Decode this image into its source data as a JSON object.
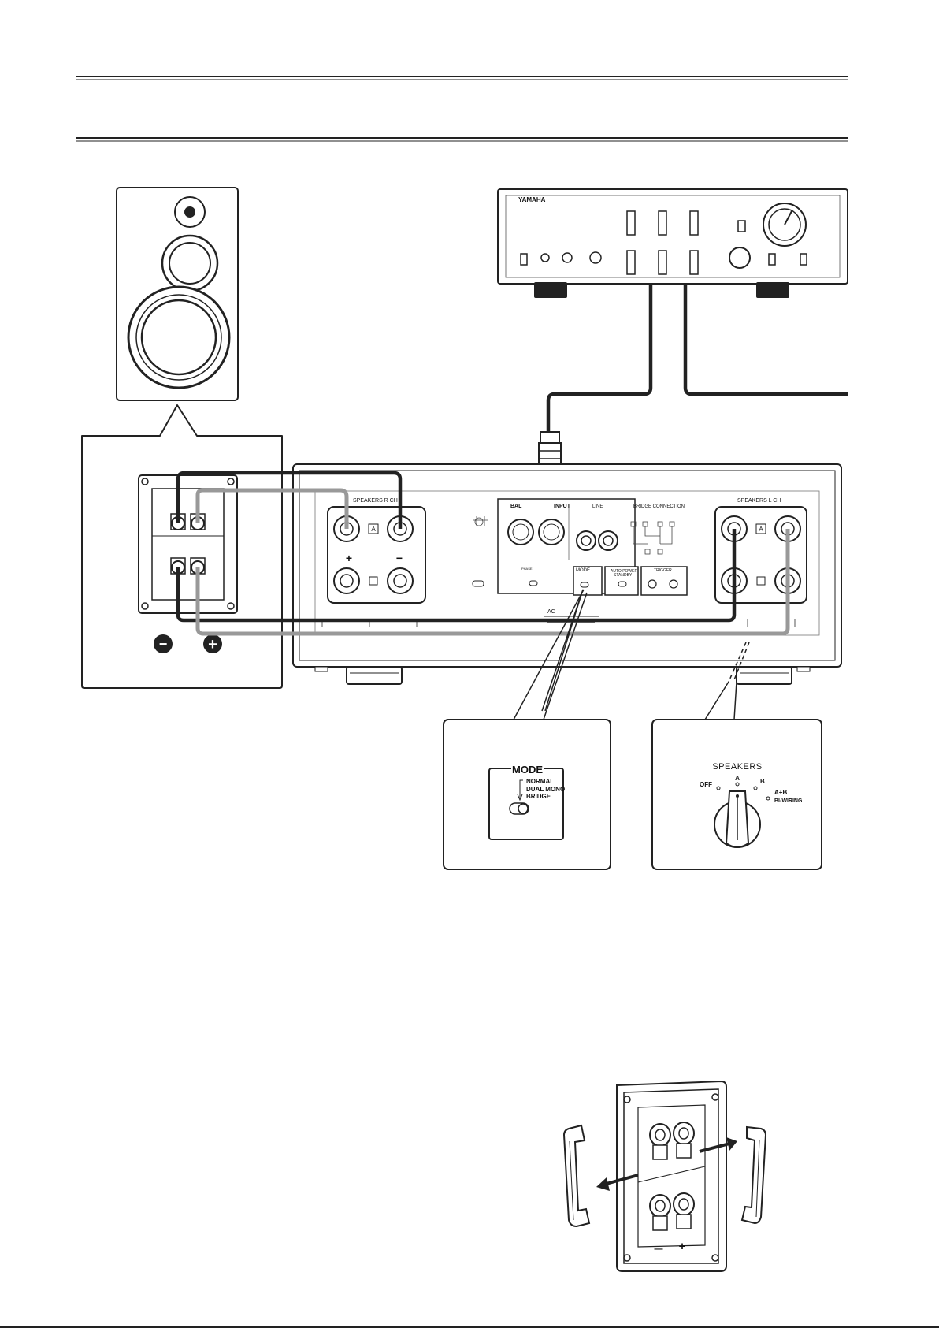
{
  "front_panel": {
    "brand": "YAMAHA"
  },
  "rear_panel": {
    "speakers_r_label": "SPEAKERS R CH",
    "speakers_l_label": "SPEAKERS L CH",
    "input_label": "INPUT",
    "bal_label": "BAL",
    "line_label": "LINE",
    "bridge_label": "BRIDGE CONNECTION",
    "terminal_a": "A",
    "plus": "+",
    "minus": "−",
    "mode_label": "MODE",
    "auto_power_label": "AUTO POWER",
    "standby_label": "STANDBY",
    "trigger_label": "TRIGGER",
    "ac_label": "AC",
    "phase_label": "PHASE"
  },
  "mode_callout": {
    "title": "MODE",
    "option_normal": "NORMAL",
    "option_dual_mono": "DUAL MONO",
    "option_bridge": "BRIDGE"
  },
  "speakers_callout": {
    "title": "SPEAKERS",
    "pos_off": "OFF",
    "pos_a": "A",
    "pos_b": "B",
    "pos_ab": "A+B",
    "pos_biwiring": "BI-WIRING"
  },
  "speaker_terminal_callout": {
    "minus_symbol": "−",
    "plus_symbol": "+"
  },
  "bottom_terminal": {
    "minus_symbol": "—",
    "plus_symbol": "+"
  }
}
